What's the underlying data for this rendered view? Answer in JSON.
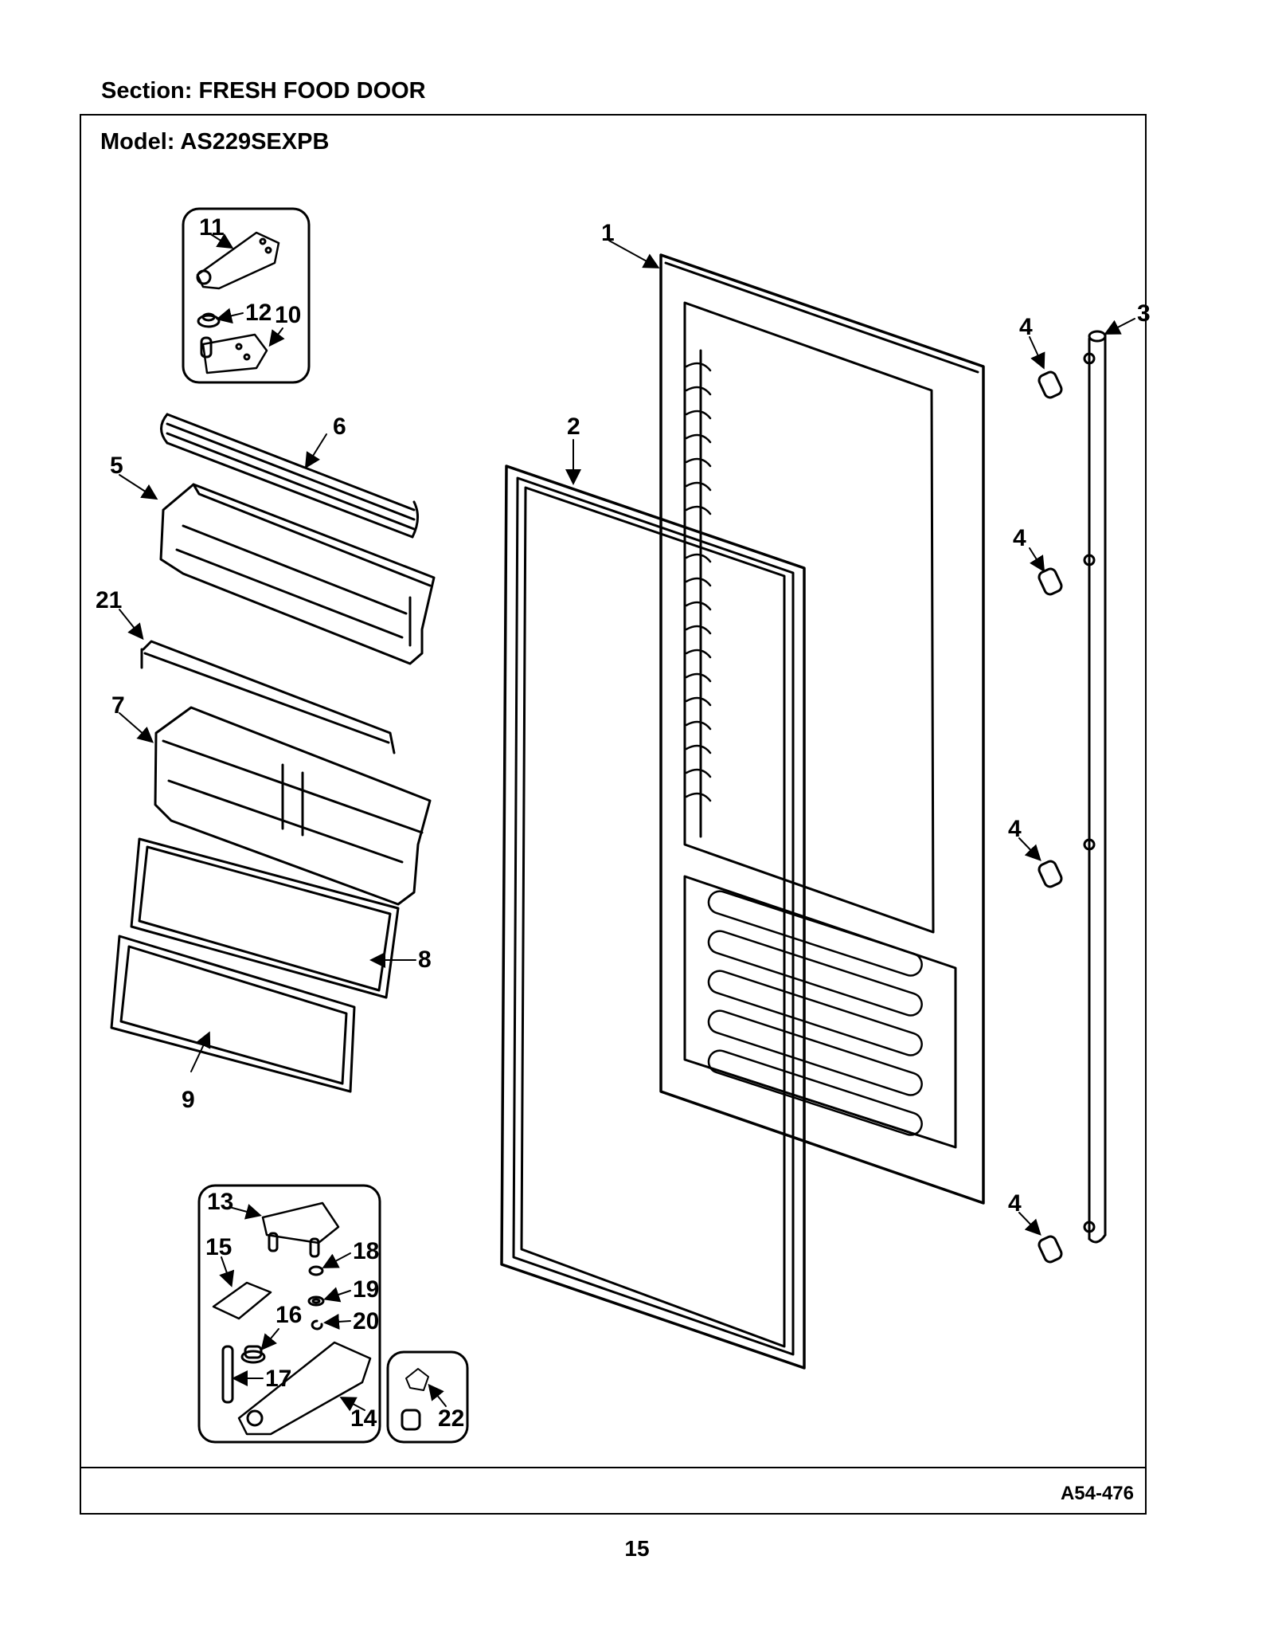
{
  "header": {
    "section_label": "Section:  FRESH FOOD DOOR",
    "model_label": "Model:  AS229SEXPB"
  },
  "footer": {
    "doc_code": "A54-476",
    "page_number": "15"
  },
  "callouts": [
    {
      "id": "c1",
      "label": "1"
    },
    {
      "id": "c2",
      "label": "2"
    },
    {
      "id": "c3",
      "label": "3"
    },
    {
      "id": "c4a",
      "label": "4"
    },
    {
      "id": "c4b",
      "label": "4"
    },
    {
      "id": "c4c",
      "label": "4"
    },
    {
      "id": "c4d",
      "label": "4"
    },
    {
      "id": "c5",
      "label": "5"
    },
    {
      "id": "c6",
      "label": "6"
    },
    {
      "id": "c7",
      "label": "7"
    },
    {
      "id": "c8",
      "label": "8"
    },
    {
      "id": "c9",
      "label": "9"
    },
    {
      "id": "c10",
      "label": "10"
    },
    {
      "id": "c11",
      "label": "11"
    },
    {
      "id": "c12",
      "label": "12"
    },
    {
      "id": "c13",
      "label": "13"
    },
    {
      "id": "c14",
      "label": "14"
    },
    {
      "id": "c15",
      "label": "15"
    },
    {
      "id": "c16",
      "label": "16"
    },
    {
      "id": "c17",
      "label": "17"
    },
    {
      "id": "c18",
      "label": "18"
    },
    {
      "id": "c19",
      "label": "19"
    },
    {
      "id": "c20",
      "label": "20"
    },
    {
      "id": "c21",
      "label": "21"
    },
    {
      "id": "c22",
      "label": "22"
    }
  ]
}
